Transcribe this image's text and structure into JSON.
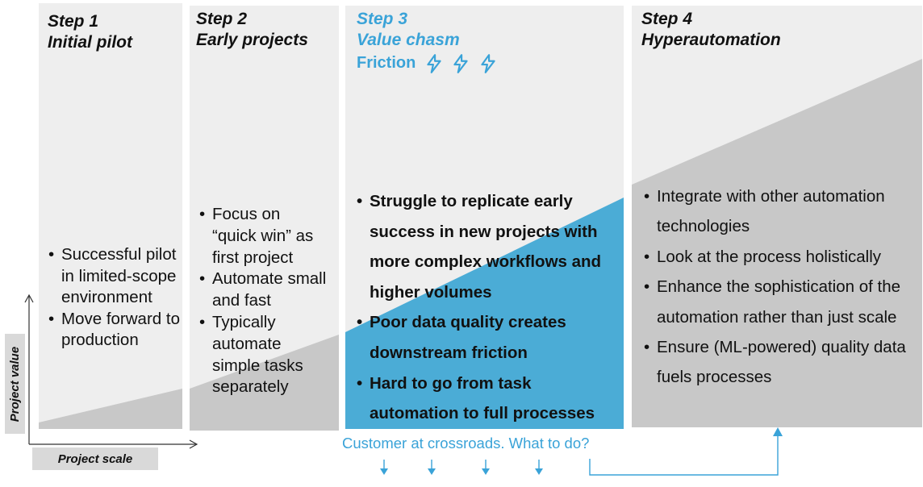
{
  "steps": [
    {
      "title": "Step 1",
      "subtitle": "Initial pilot",
      "bullets": [
        "Successful pilot in limited-scope environment",
        "Move forward to production"
      ]
    },
    {
      "title": "Step 2",
      "subtitle": "Early projects",
      "bullets": [
        "Focus on “quick win” as first project",
        "Automate small and fast",
        "Typically automate simple tasks separately"
      ]
    },
    {
      "title": "Step 3",
      "subtitle": "Value chasm",
      "extra": "Friction",
      "bullets": [
        "Struggle to replicate early success in new projects with more complex workflows and higher volumes",
        "Poor data quality creates downstream friction",
        "Hard to go from task automation to full processes"
      ]
    },
    {
      "title": "Step 4",
      "subtitle": "Hyperautomation",
      "bullets": [
        "Integrate with other automation technologies",
        "Look at the process holistically",
        "Enhance the sophistication of the automation rather than just scale",
        "Ensure (ML-powered) quality data fuels processes"
      ]
    }
  ],
  "axes": {
    "y_label": "Project value",
    "x_label": "Project scale"
  },
  "crossroads_text": "Customer at crossroads. What to do?",
  "colors": {
    "panel_bg": "#eeeeee",
    "area_gray": "#c8c8c8",
    "accent_blue": "#4bacd6",
    "text_blue": "#3aa3d8"
  },
  "icons": [
    "lightning-icon",
    "lightning-icon",
    "lightning-icon"
  ]
}
